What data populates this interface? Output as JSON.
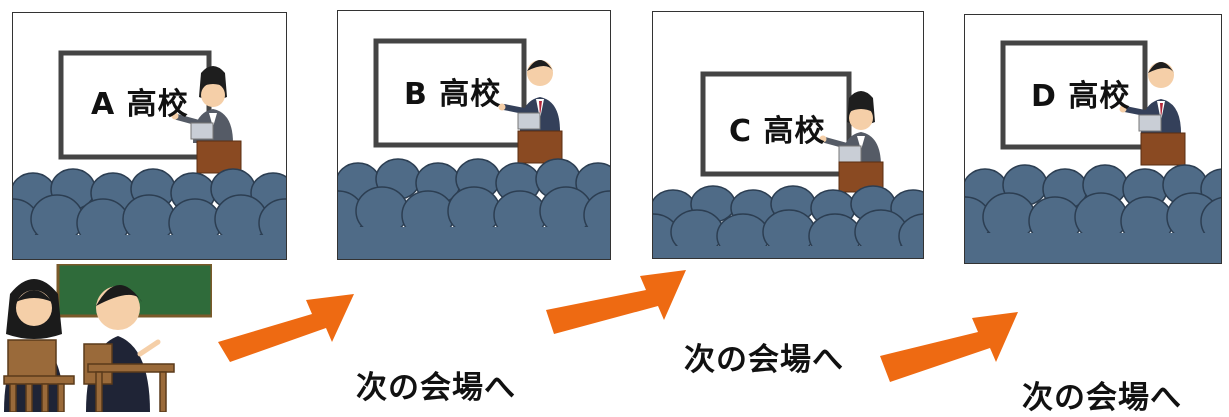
{
  "colors": {
    "arrow": "#ee6a12",
    "audience": "#4f6b87",
    "podium": "#8a4a22",
    "chalkboard": "#2f6b3a",
    "uniform": "#1f2436"
  },
  "panels": [
    {
      "label": "A 高校",
      "presenter": "woman"
    },
    {
      "label": "B 高校",
      "presenter": "man"
    },
    {
      "label": "C 高校",
      "presenter": "woman"
    },
    {
      "label": "D 高校",
      "presenter": "man"
    }
  ],
  "transitions": [
    {
      "label": "次の会場へ"
    },
    {
      "label": "次の会場へ"
    },
    {
      "label": "次の会場へ"
    }
  ],
  "icons": {
    "students": "students-at-desks-icon",
    "presenter": "presenter-icon",
    "arrow": "orange-arrow-icon"
  }
}
